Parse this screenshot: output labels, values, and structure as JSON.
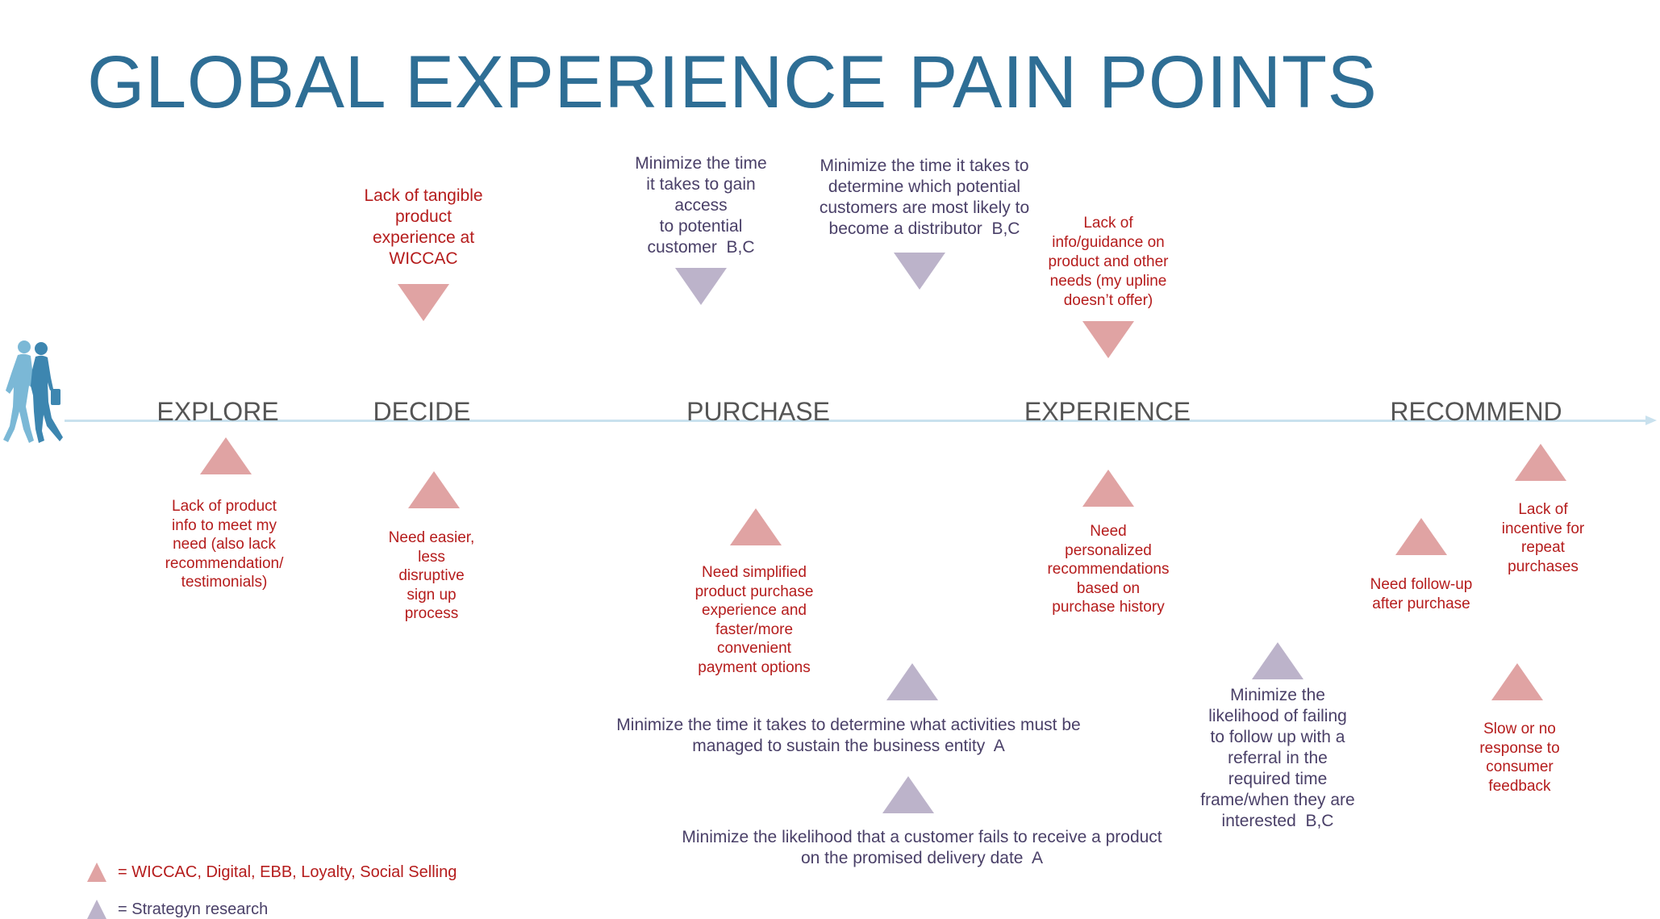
{
  "title": "GLOBAL EXPERIENCE PAIN POINTS",
  "stages": [
    "EXPLORE",
    "DECIDE",
    "PURCHASE",
    "EXPERIENCE",
    "RECOMMEND"
  ],
  "notes": {
    "decide_tangible": "Lack of tangible\nproduct\nexperience at\nWICCAC",
    "purchase_gain_access": "Minimize the time\nit takes to gain\naccess\nto potential\ncustomer  B,C",
    "purchase_distributor": "Minimize the time it takes to\ndetermine which potential\ncustomers are most likely to\nbecome a distributor  B,C",
    "experience_guidance": "Lack of\ninfo/guidance on\nproduct and other\nneeds (my upline\ndoesn’t offer)",
    "explore_product_info": "Lack of product\ninfo to meet my\nneed (also lack\nrecommendation/\ntestimonials)",
    "decide_signup": "Need easier,\nless\ndisruptive\nsign up\nprocess",
    "purchase_simplified": "Need simplified\nproduct purchase\nexperience and\nfaster/more\nconvenient\npayment options",
    "experience_personalized": "Need\npersonalized\nrecommendations\nbased on\npurchase history",
    "recommend_followup": "Need follow-up\nafter purchase",
    "recommend_incentive": "Lack of\nincentive for\nrepeat\npurchases",
    "purchase_activities": "Minimize the time it takes to determine what activities must be\nmanaged to sustain the business entity  A",
    "purchase_delivery": "Minimize the likelihood that a customer fails to receive a product\non the promised delivery date  A",
    "recommend_referral": "Minimize the\nlikelihood of failing\nto follow up with a\nreferral in the\nrequired time\nframe/when they are\ninterested  B,C",
    "recommend_feedback": "Slow or no\nresponse to\nconsumer\nfeedback"
  },
  "legend": {
    "red_label": "= WICCAC, Digital, EBB, Loyalty, Social Selling",
    "purple_label": "= Strategyn research"
  },
  "colors": {
    "title": "#2e6e95",
    "stage_text": "#555555",
    "timeline": "#c9e1ee",
    "red_triangle": "#e0a3a3",
    "red_text": "#b51c1c",
    "purple_triangle": "#bcb3ca",
    "purple_text": "#4a4068",
    "walker_light": "#7bb8d6",
    "walker_dark": "#3d86b0"
  },
  "icons": {
    "walkers": "walking-people-icon",
    "pain_point_marker": "triangle-icon"
  }
}
